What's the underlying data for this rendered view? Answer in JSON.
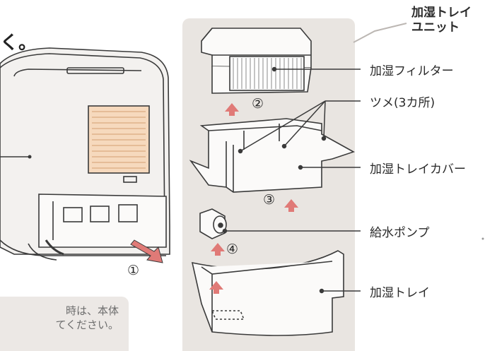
{
  "intro_text": "く。",
  "unit_heading": {
    "line1": "加湿トレイ",
    "line2": "ユニット"
  },
  "parts": [
    {
      "label": "加湿フィルター"
    },
    {
      "label": "ツメ(3カ所)"
    },
    {
      "label": "加湿トレイカバー"
    },
    {
      "label": "給水ポンプ"
    },
    {
      "label": "加湿トレイ"
    }
  ],
  "steps": {
    "step1": "①",
    "step2": "②",
    "step3": "③",
    "step4": "④"
  },
  "note": {
    "line1": "時は、本体",
    "line2": "てください。"
  },
  "colors": {
    "panel": "#e9e5e1",
    "arrow": "#e07a77",
    "line": "#3a3a3a",
    "grille": "#e8a46a"
  }
}
